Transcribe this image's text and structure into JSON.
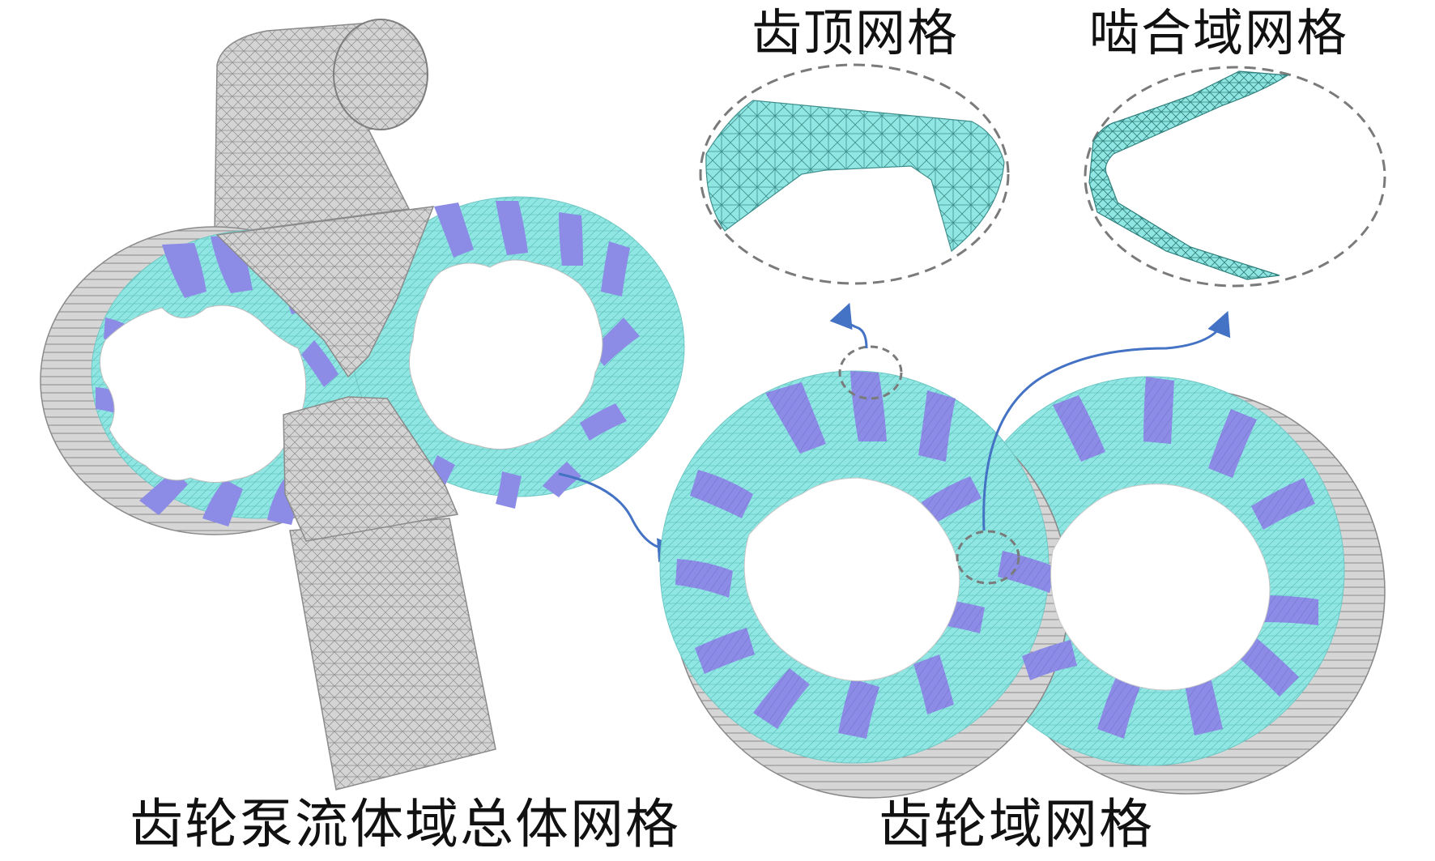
{
  "labels": {
    "overall_mesh": "齿轮泵流体域总体网格",
    "gear_domain_mesh": "齿轮域网格",
    "tooth_tip_mesh": "齿顶网格",
    "meshing_zone_mesh": "啮合域网格"
  },
  "colors": {
    "mesh_gray": "#d2d2d2",
    "mesh_line": "#8e8e8e",
    "teeth_cyan": "#8fe6e2",
    "teeth_purple": "#8c8ce6",
    "arrow_blue": "#4472c4",
    "dashed_gray": "#7a7a7a",
    "text": "#111111"
  },
  "icons": {
    "arrows": "blue-curved-arrow",
    "callouts": "dashed-ellipse"
  }
}
